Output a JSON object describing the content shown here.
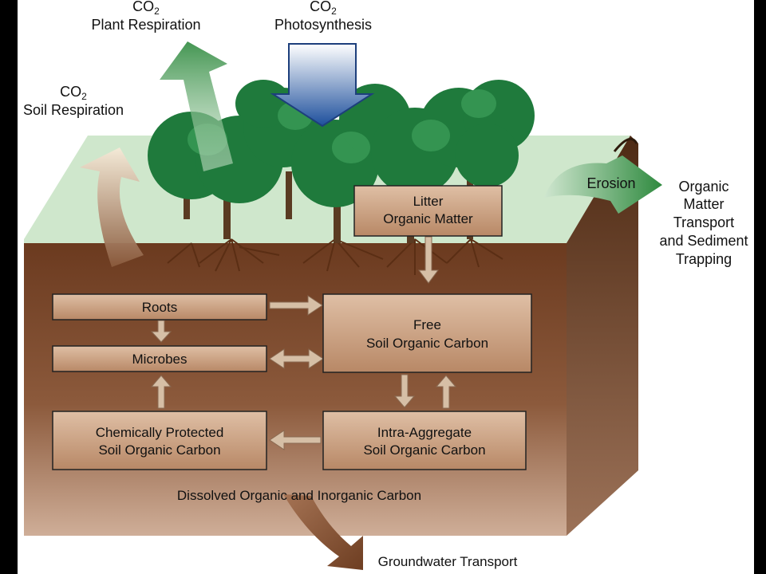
{
  "labels": {
    "plant_resp_co2": "CO",
    "plant_resp_sub": "2",
    "plant_resp": "Plant Respiration",
    "photo_co2": "CO",
    "photo_sub": "2",
    "photosynthesis": "Photosynthesis",
    "soil_resp_co2": "CO",
    "soil_resp_sub": "2",
    "soil_resp": "Soil Respiration",
    "erosion": "Erosion",
    "transport": [
      "Organic",
      "Matter",
      "Transport",
      "and Sediment",
      "Trapping"
    ],
    "dissolved": "Dissolved Organic and Inorganic Carbon",
    "groundwater": "Groundwater Transport"
  },
  "boxes": {
    "litter": [
      "Litter",
      "Organic Matter"
    ],
    "roots": [
      "Roots"
    ],
    "microbes": [
      "Microbes"
    ],
    "free": [
      "Free",
      "Soil Organic Carbon"
    ],
    "chem": [
      "Chemically Protected",
      "Soil Organic Carbon"
    ],
    "intra": [
      "Intra-Aggregate",
      "Soil Organic Carbon"
    ]
  },
  "colors": {
    "frame": "#000000",
    "page": "#ffffff",
    "ground": "#cfe7cc",
    "soil_top": "#6b3a1f",
    "soil_bottom": "#c9a48c",
    "box": "#c79878",
    "arrow": "#d6bfa6",
    "tree": "#1f7a3c",
    "photo_arrow": "#2a5ea8"
  }
}
